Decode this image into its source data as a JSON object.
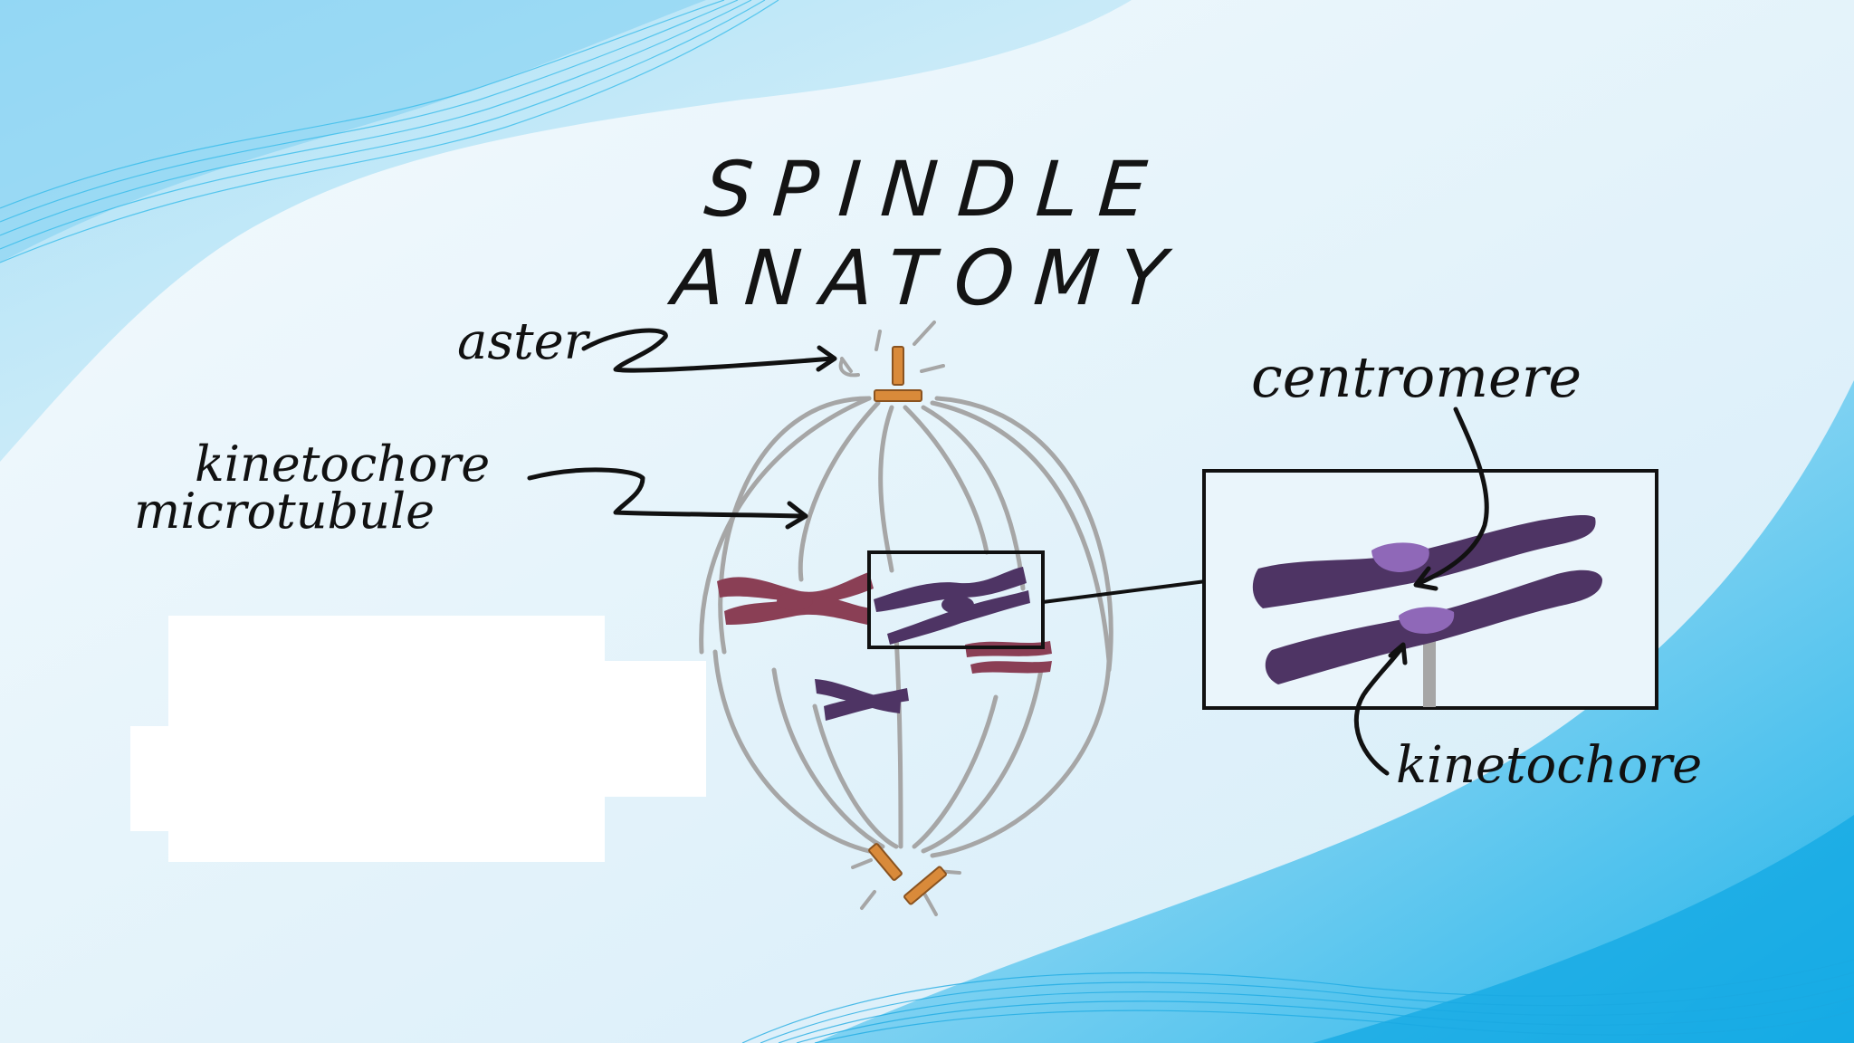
{
  "title": "SPINDLE ANATOMY",
  "labels": {
    "aster": "aster",
    "kinetochore_microtubule_line1": "kinetochore",
    "kinetochore_microtubule_line2": "microtubule",
    "centromere": "centromere",
    "kinetochore": "kinetochore"
  },
  "colors": {
    "background": "#eef7fc",
    "wave": "#19b4ea",
    "spindle_fiber": "#a6a6a6",
    "centrosome": "#d98a3a",
    "chromosome_red": "#8a3f55",
    "chromosome_purple": "#4e3464",
    "centromere_highlight": "#8f68b8",
    "outline": "#111111"
  }
}
